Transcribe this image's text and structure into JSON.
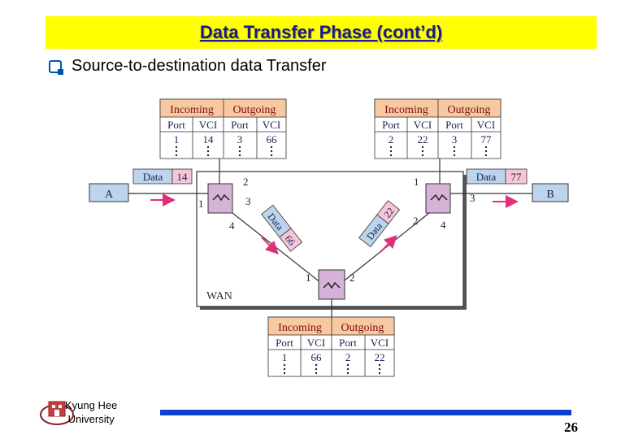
{
  "slide": {
    "title": "Data Transfer Phase (cont’d)",
    "bullet": "Source-to-destination data Transfer",
    "page_number": "26",
    "university_line1": "Kyung Hee",
    "university_line2": "University"
  },
  "tables": {
    "headers": {
      "incoming": "Incoming",
      "outgoing": "Outgoing",
      "port": "Port",
      "vci": "VCI"
    },
    "switch1": {
      "in_port": "1",
      "in_vci": "14",
      "out_port": "3",
      "out_vci": "66"
    },
    "switch2": {
      "in_port": "2",
      "in_vci": "22",
      "out_port": "3",
      "out_vci": "77"
    },
    "switch3": {
      "in_port": "1",
      "in_vci": "66",
      "out_port": "2",
      "out_vci": "22"
    }
  },
  "diagram": {
    "wan_label": "WAN",
    "host_a": "A",
    "host_b": "B",
    "data_label": "Data",
    "frames": {
      "a_out_vci": "14",
      "s1_to_s3_vci": "66",
      "s3_to_s2_vci": "22",
      "b_in_vci": "77"
    },
    "ports": {
      "s1_p1": "1",
      "s1_p2": "2",
      "s1_p3": "3",
      "s1_p4": "4",
      "s2_p1": "1",
      "s2_p2": "2",
      "s2_p3": "3",
      "s2_p4": "4",
      "s3_p1": "1",
      "s3_p2": "2"
    }
  },
  "colors": {
    "title_bg": "#ffff00",
    "title_text": "#1a1a8c",
    "table_header_bg": "#f8c8a0",
    "table_header_text": "#7a1010",
    "table_body_text": "#1a2050",
    "switch_fill": "#d6b3d6",
    "host_fill": "#bcd4ec",
    "vci_tag_fill": "#f7c6d6",
    "arrow": "#e0307a",
    "footer_bar": "#1040d0"
  }
}
